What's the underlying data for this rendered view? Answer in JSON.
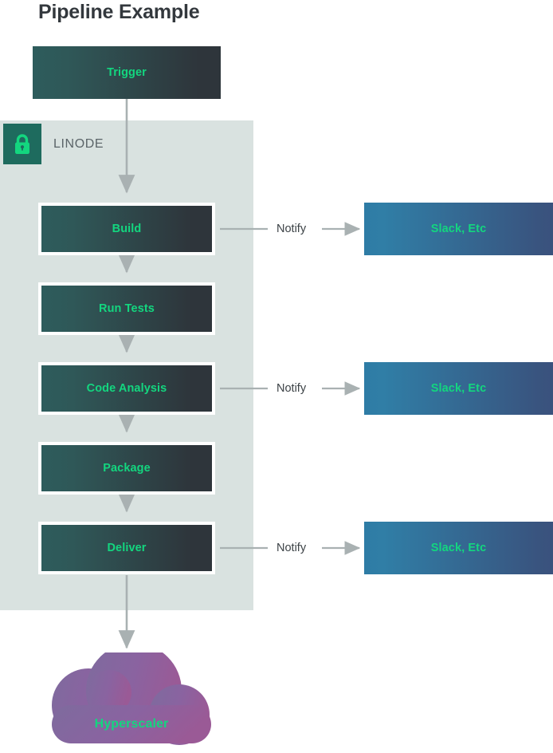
{
  "title": "Pipeline Example",
  "zone": {
    "label": "LINODE",
    "lock_icon": "lock-icon",
    "background_color": "#d9e2e0",
    "badge_color": "#1e6b5e"
  },
  "colors": {
    "accent_green": "#13d67f",
    "stage_gradient_start": "#2d5c5c",
    "stage_gradient_end": "#2e353b",
    "sink_gradient_start": "#2e7ca5",
    "sink_gradient_end": "#39547f",
    "cloud_gradient_start": "#7e6b9e",
    "cloud_gradient_end": "#9a5a96",
    "connector": "#a9b1b2",
    "title_text": "#33383d",
    "zone_text": "#5b6468",
    "notify_text": "#3c4246"
  },
  "trigger": {
    "label": "Trigger"
  },
  "stages": [
    {
      "label": "Build"
    },
    {
      "label": "Run Tests"
    },
    {
      "label": "Code Analysis"
    },
    {
      "label": "Package"
    },
    {
      "label": "Deliver"
    }
  ],
  "notifications": [
    {
      "label": "Notify",
      "target": "Slack, Etc",
      "from_stage": "Build"
    },
    {
      "label": "Notify",
      "target": "Slack, Etc",
      "from_stage": "Code Analysis"
    },
    {
      "label": "Notify",
      "target": "Slack, Etc",
      "from_stage": "Deliver"
    }
  ],
  "cloud": {
    "label": "Hyperscaler"
  }
}
